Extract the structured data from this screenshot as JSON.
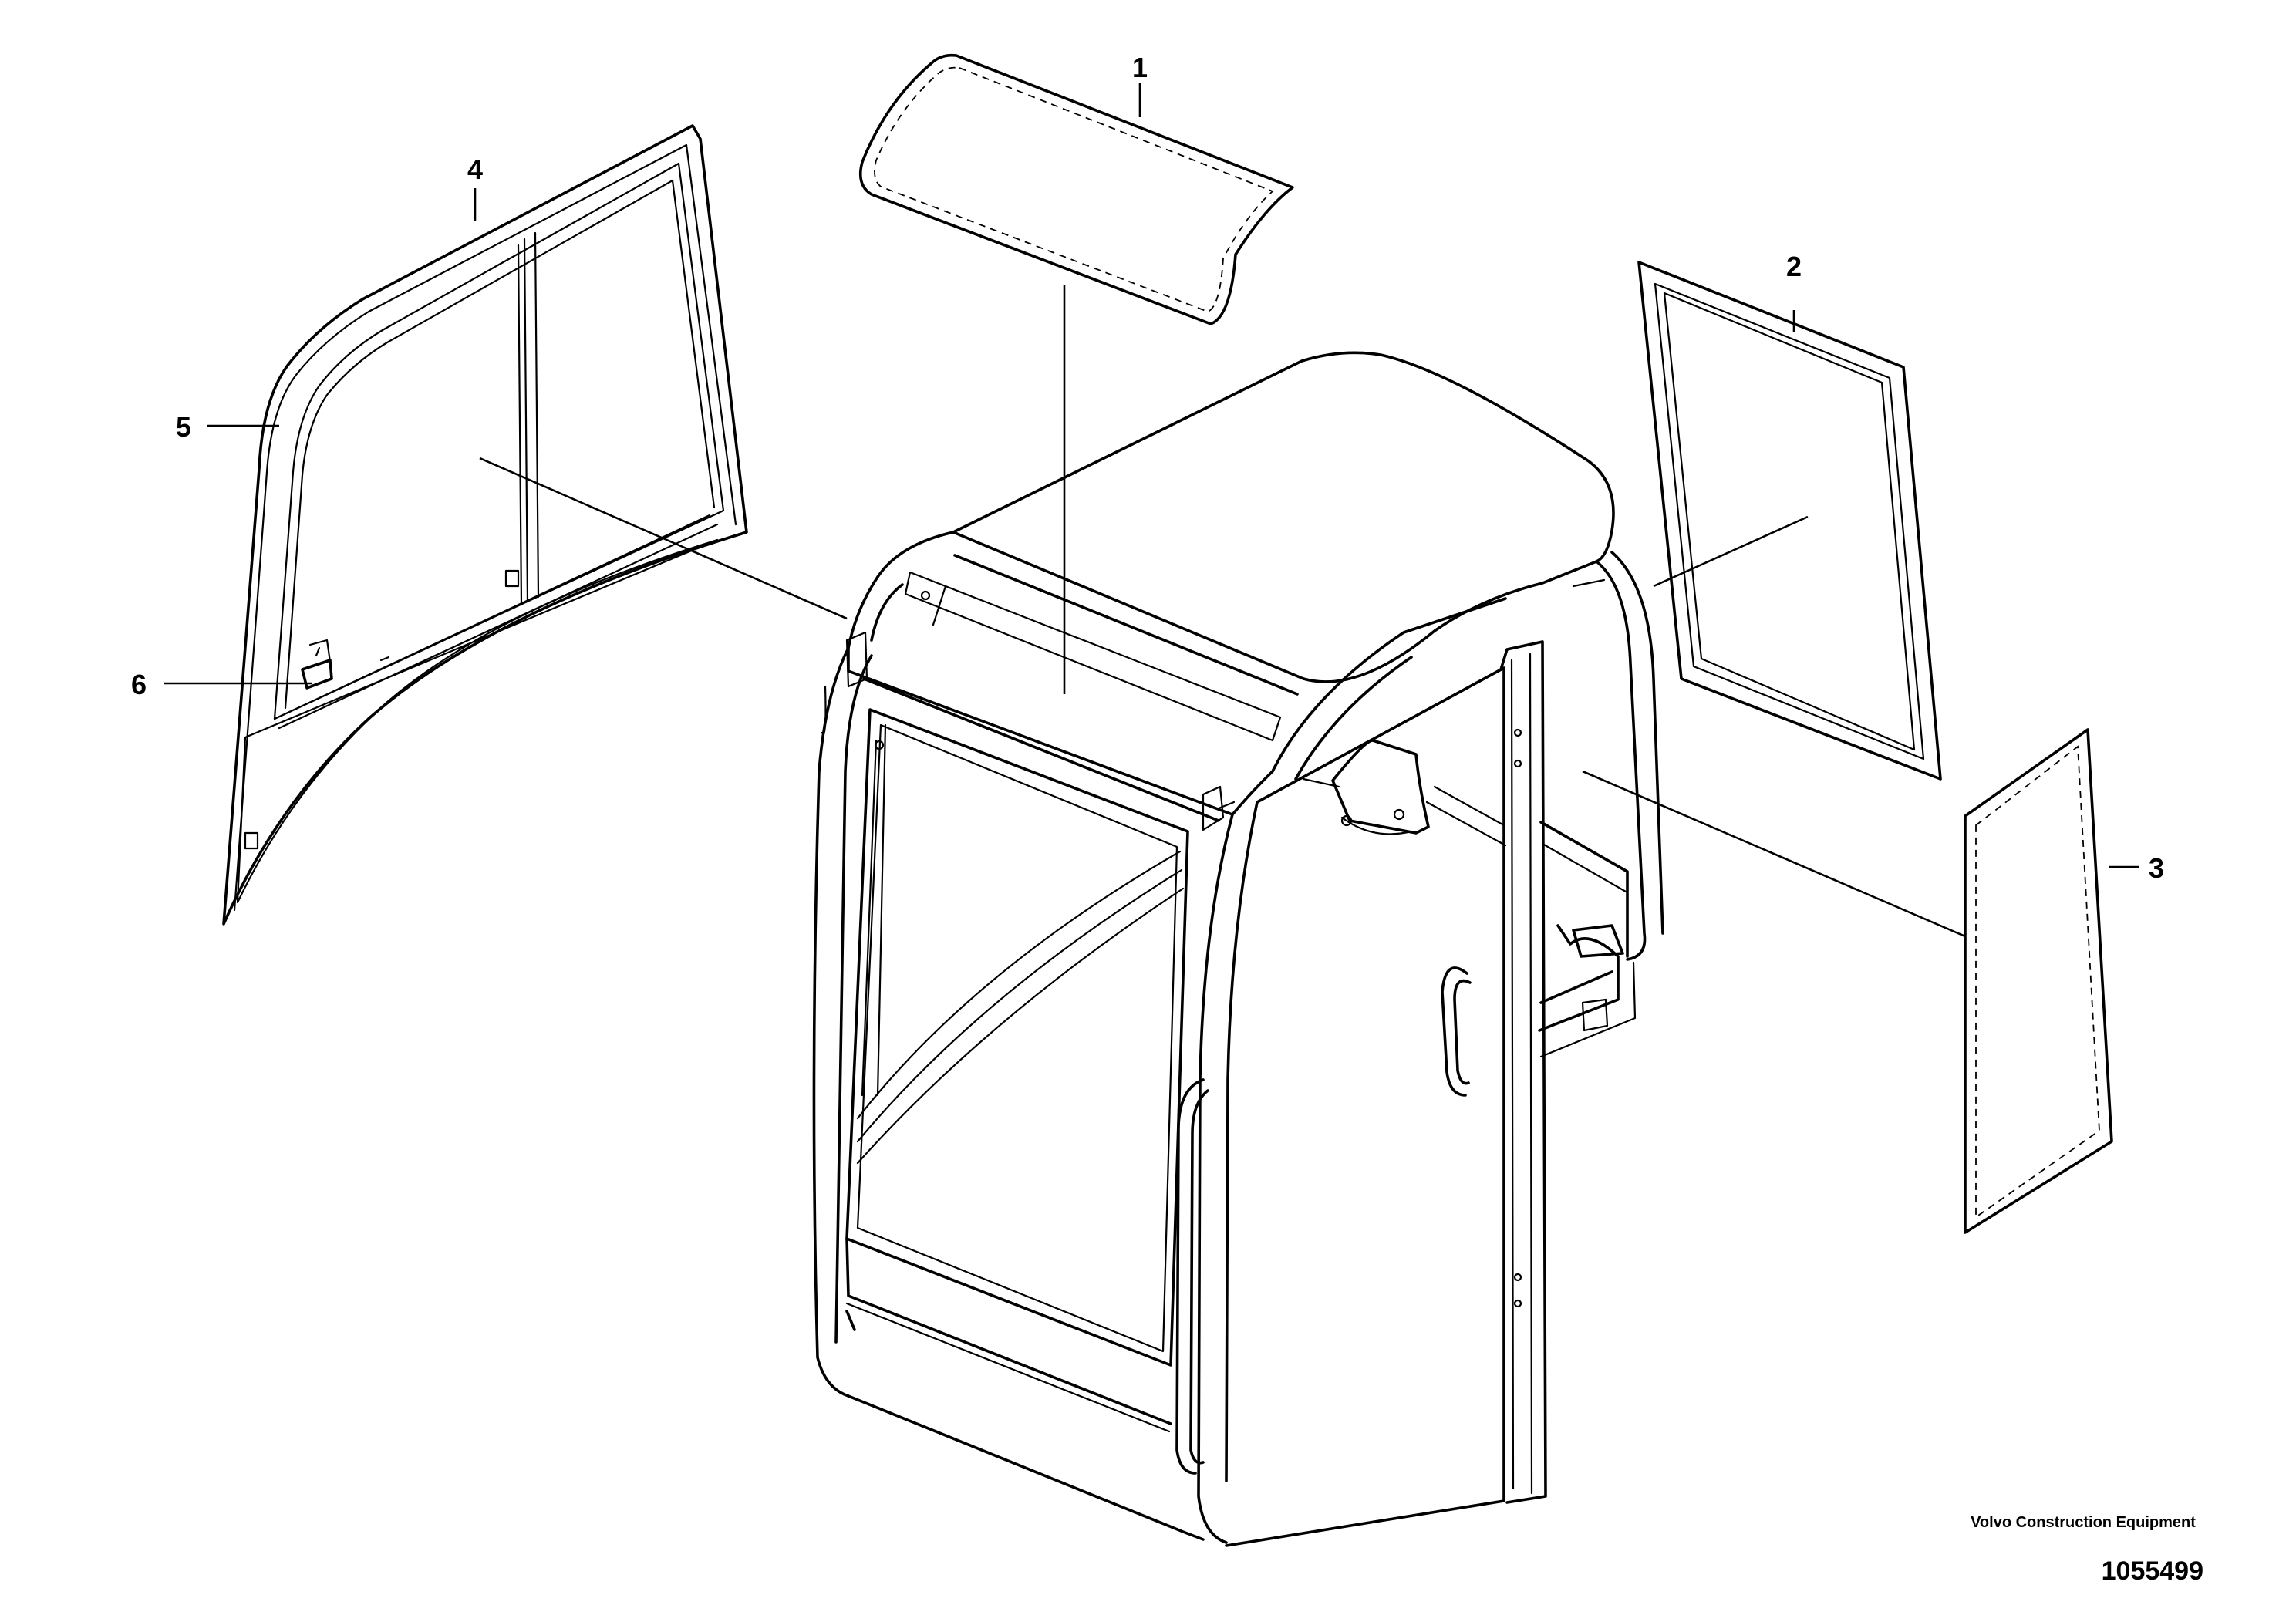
{
  "callouts": [
    {
      "id": "1",
      "label": "1"
    },
    {
      "id": "2",
      "label": "2"
    },
    {
      "id": "3",
      "label": "3"
    },
    {
      "id": "4",
      "label": "4"
    },
    {
      "id": "5",
      "label": "5"
    },
    {
      "id": "6",
      "label": "6"
    }
  ],
  "footer": {
    "company": "Volvo Construction Equipment",
    "document_number": "1055499"
  }
}
